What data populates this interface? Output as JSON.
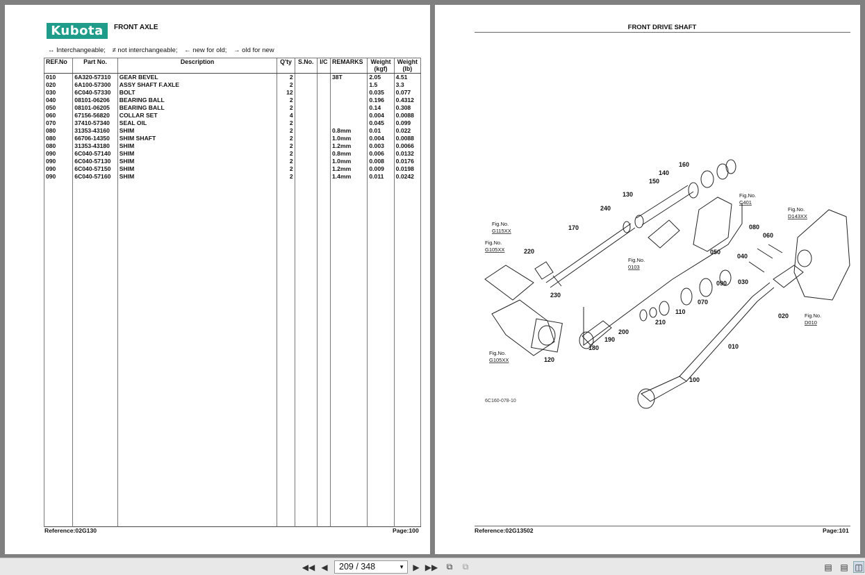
{
  "left_page": {
    "logo_text": "Kubota",
    "section_title": "FRONT AXLE",
    "legend": [
      "↔ Interchangeable;",
      "≠ not interchangeable;",
      "← new for old;",
      "→ old for new"
    ],
    "columns": [
      "REF.No",
      "Part No.",
      "Description",
      "Q'ty",
      "S.No.",
      "I/C",
      "REMARKS",
      "Weight (kgf)",
      "Weight (lb)"
    ],
    "rows": [
      {
        "ref": "010",
        "part": "6A320-57310",
        "desc": "GEAR BEVEL",
        "qty": "2",
        "remarks": "38T",
        "kgf": "2.05",
        "lb": "4.51"
      },
      {
        "ref": "020",
        "part": "6A100-57300",
        "desc": "ASSY SHAFT F.AXLE",
        "qty": "2",
        "remarks": "",
        "kgf": "1.5",
        "lb": "3.3"
      },
      {
        "ref": "030",
        "part": "6C040-57330",
        "desc": "BOLT",
        "qty": "12",
        "remarks": "",
        "kgf": "0.035",
        "lb": "0.077"
      },
      {
        "ref": "040",
        "part": "08101-06206",
        "desc": "BEARING BALL",
        "qty": "2",
        "remarks": "",
        "kgf": "0.196",
        "lb": "0.4312"
      },
      {
        "ref": "050",
        "part": "08101-06205",
        "desc": "BEARING BALL",
        "qty": "2",
        "remarks": "",
        "kgf": "0.14",
        "lb": "0.308"
      },
      {
        "ref": "060",
        "part": "67156-56820",
        "desc": "COLLAR SET",
        "qty": "4",
        "remarks": "",
        "kgf": "0.004",
        "lb": "0.0088"
      },
      {
        "ref": "070",
        "part": "37410-57340",
        "desc": "SEAL OIL",
        "qty": "2",
        "remarks": "",
        "kgf": "0.045",
        "lb": "0.099"
      },
      {
        "ref": "080",
        "part": "31353-43160",
        "desc": "SHIM",
        "qty": "2",
        "remarks": "0.8mm",
        "kgf": "0.01",
        "lb": "0.022"
      },
      {
        "ref": "080",
        "part": "66706-14350",
        "desc": "SHIM SHAFT",
        "qty": "2",
        "remarks": "1.0mm",
        "kgf": "0.004",
        "lb": "0.0088"
      },
      {
        "ref": "080",
        "part": "31353-43180",
        "desc": "SHIM",
        "qty": "2",
        "remarks": "1.2mm",
        "kgf": "0.003",
        "lb": "0.0066"
      },
      {
        "ref": "090",
        "part": "6C040-57140",
        "desc": "SHIM",
        "qty": "2",
        "remarks": "0.8mm",
        "kgf": "0.006",
        "lb": "0.0132"
      },
      {
        "ref": "090",
        "part": "6C040-57130",
        "desc": "SHIM",
        "qty": "2",
        "remarks": "1.0mm",
        "kgf": "0.008",
        "lb": "0.0176"
      },
      {
        "ref": "090",
        "part": "6C040-57150",
        "desc": "SHIM",
        "qty": "2",
        "remarks": "1.2mm",
        "kgf": "0.009",
        "lb": "0.0198"
      },
      {
        "ref": "090",
        "part": "6C040-57160",
        "desc": "SHIM",
        "qty": "2",
        "remarks": "1.4mm",
        "kgf": "0.011",
        "lb": "0.0242"
      }
    ],
    "reference": "Reference:02G130",
    "page_label": "Page:100"
  },
  "right_page": {
    "section_title": "FRONT DRIVE SHAFT",
    "figure_code": "6C160-078-10",
    "callouts": [
      "160",
      "140",
      "150",
      "130",
      "240",
      "170",
      "220",
      "230",
      "050",
      "080",
      "060",
      "040",
      "030",
      "090",
      "070",
      "110",
      "210",
      "200",
      "190",
      "180",
      "120",
      "020",
      "010",
      "100"
    ],
    "fig_refs": [
      "Fig.No.",
      "G115XX",
      "G105XX",
      "0103",
      "C401",
      "D143XX",
      "D010"
    ],
    "reference": "Reference:02G13502",
    "page_label": "Page:101"
  },
  "toolbar": {
    "page_indicator": "209 / 348",
    "icons": [
      "first-page-icon",
      "prev-page-icon",
      "next-page-icon",
      "last-page-icon",
      "continuous-view-icon",
      "fit-view-icon",
      "single-page-icon",
      "two-page-scroll-icon",
      "two-page-icon"
    ]
  }
}
